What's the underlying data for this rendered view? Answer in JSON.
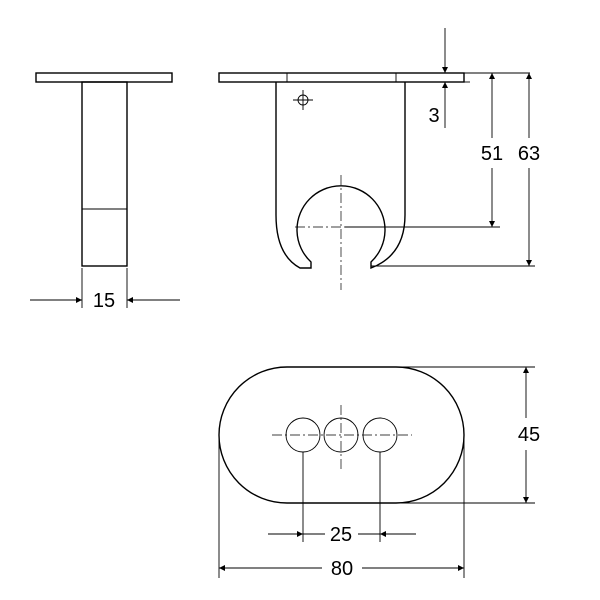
{
  "dimensions": {
    "side_width": "15",
    "plate_thickness": "3",
    "hole_height": "51",
    "overall_height": "63",
    "base_height": "45",
    "hole_spacing": "25",
    "base_length": "80"
  }
}
